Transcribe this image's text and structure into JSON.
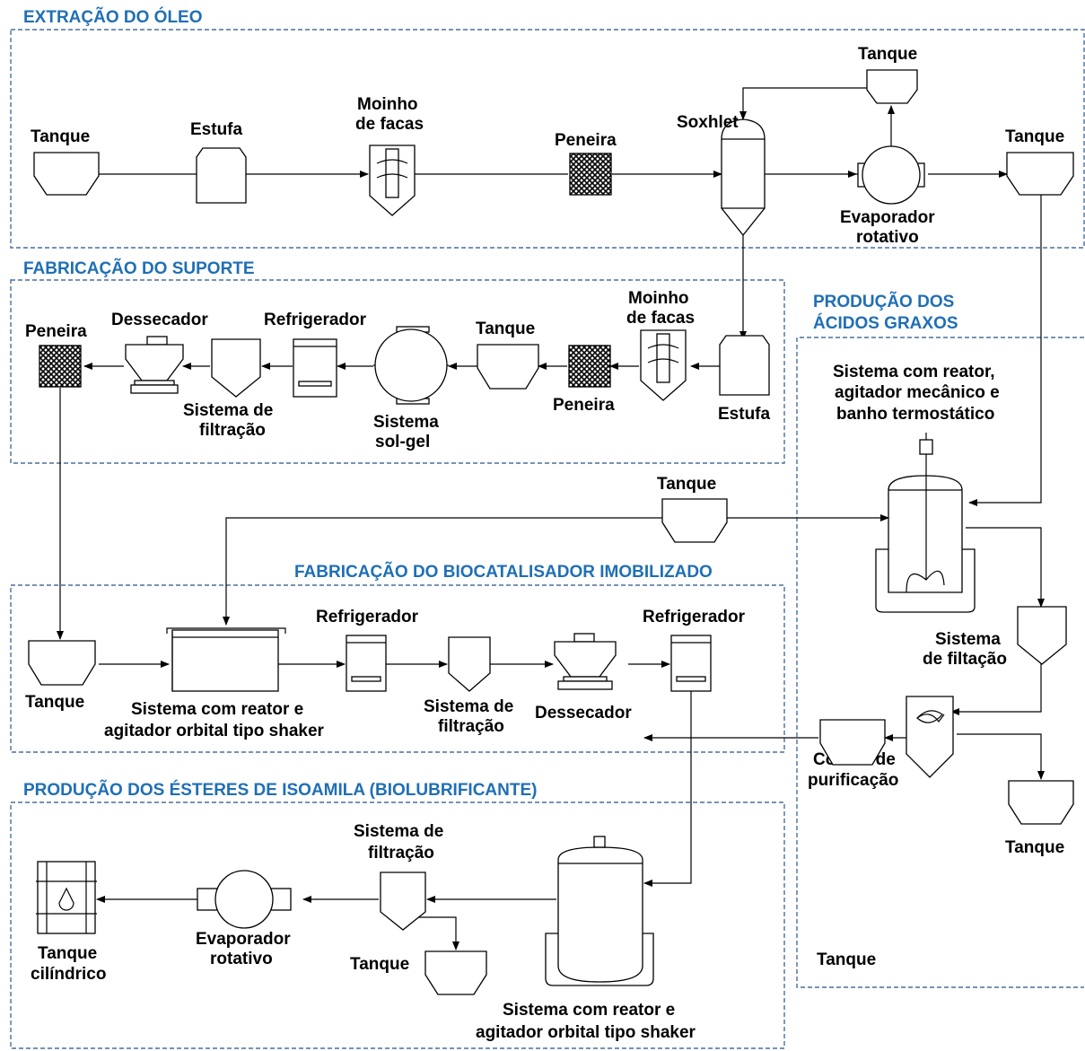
{
  "sections": {
    "oleo": "EXTRAÇÃO DO ÓLEO",
    "suporte": "FABRICAÇÃO DO SUPORTE",
    "acidos_1": "PRODUÇÃO DOS",
    "acidos_2": "ÁCIDOS GRAXOS",
    "biocatalisador": "FABRICAÇÃO DO BIOCATALISADOR IMOBILIZADO",
    "esteres": "PRODUÇÃO DOS ÉSTERES DE ISOAMILA (BIOLUBRIFICANTE)"
  },
  "oleo": {
    "tanque": "Tanque",
    "estufa": "Estufa",
    "moinho_1": "Moinho",
    "moinho_2": "de facas",
    "peneira": "Peneira",
    "soxhlet": "Soxhlet",
    "tanque_top": "Tanque",
    "evap_1": "Evaporador",
    "evap_2": "rotativo",
    "tanque_right": "Tanque"
  },
  "suporte": {
    "peneira": "Peneira",
    "dessecador": "Dessecador",
    "refrigerador": "Refrigerador",
    "filtracao_1": "Sistema de",
    "filtracao_2": "filtração",
    "solgel_1": "Sistema",
    "solgel_2": "sol-gel",
    "tanque": "Tanque",
    "peneira2": "Peneira",
    "moinho_1": "Moinho",
    "moinho_2": "de facas",
    "estufa": "Estufa"
  },
  "acidos": {
    "reator_1": "Sistema com reator,",
    "reator_2": "agitador mecânico e",
    "reator_3": "banho termostático",
    "filt_1": "Sistema",
    "filt_2": "de filtação",
    "coluna_1": "Coluna de",
    "coluna_2": "purificação",
    "tanque": "Tanque"
  },
  "mid": {
    "tanque": "Tanque"
  },
  "bio": {
    "tanque": "Tanque",
    "reator_1": "Sistema com reator e",
    "reator_2": "agitador orbital tipo shaker",
    "refrig_1": "Refrigerador",
    "filt_1": "Sistema de",
    "filt_2": "filtração",
    "dessecador": "Dessecador",
    "refrig_2": "Refrigerador"
  },
  "ester": {
    "tanque_cil_1": "Tanque",
    "tanque_cil_2": "cilíndrico",
    "evap_1": "Evaporador",
    "evap_2": "rotativo",
    "filt_1": "Sistema de",
    "filt_2": "filtração",
    "tanque": "Tanque",
    "reator_1": "Sistema com reator e",
    "reator_2": "agitador orbital tipo shaker",
    "tanque_right": "Tanque"
  },
  "colors": {
    "section_title": "#1f6fb5",
    "box_border": "#4a6f9c"
  }
}
